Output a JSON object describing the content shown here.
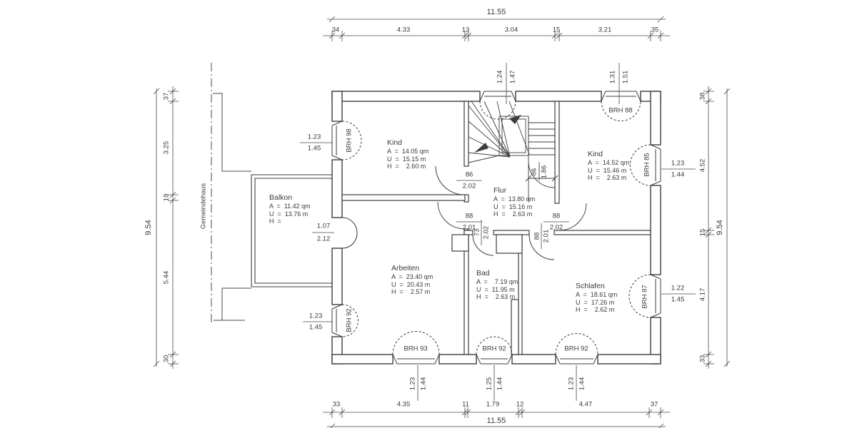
{
  "rooms": {
    "kind_left": {
      "name": "Kind",
      "lines": [
        "A  =  14.05 qm",
        "U  =  15.15 m",
        "H  =    2.60 m"
      ]
    },
    "kind_right": {
      "name": "Kind",
      "lines": [
        "A  =  14.52 qm",
        "U  =  15.46 m",
        "H  =    2.63 m"
      ]
    },
    "flur": {
      "name": "Flur",
      "lines": [
        "A  =  13.80 qm",
        "U  =  15.16 m",
        "H  =    2.63 m"
      ]
    },
    "balkon": {
      "name": "Balkon",
      "lines": [
        "A  =  11.42 qm",
        "U  =  13.76 m",
        "H  ="
      ]
    },
    "arbeiten": {
      "name": "Arbeiten",
      "lines": [
        "A  =  23.40 qm",
        "U  =  20.43 m",
        "H  =    2.57 m"
      ]
    },
    "bad": {
      "name": "Bad",
      "lines": [
        "A  =    7.19 qm",
        "U  =  11.95 m",
        "H  =    2.63 m"
      ]
    },
    "schlafen": {
      "name": "Schlafen",
      "lines": [
        "A  =  18.61 qm",
        "U  =  17.26 m",
        "H  =    2.62 m"
      ]
    }
  },
  "dims": {
    "top": {
      "total": "11.55",
      "segs": [
        "34",
        "4.33",
        "13",
        "3.04",
        "15",
        "3.21",
        "35"
      ]
    },
    "bottom": {
      "total": "11.55",
      "segs": [
        "33",
        "4.35",
        "11",
        "1.79",
        "12",
        "4.47",
        "37"
      ]
    },
    "left": {
      "total": "9.54",
      "segs": [
        "37",
        "3.25",
        "19",
        "5.44",
        "30"
      ]
    },
    "right": {
      "total": "9.54",
      "segs": [
        "38",
        "4.52",
        "15",
        "4.17",
        "33"
      ]
    }
  },
  "windows": {
    "west_upper": {
      "label": "BRH 98",
      "w": "1.23",
      "h": "1.45"
    },
    "west_lower": {
      "label": "BRH 92",
      "w": "1.23",
      "h": "1.45"
    },
    "north_stair": {
      "w": "1.24",
      "h": "1.47"
    },
    "north_right": {
      "label": "BRH 88",
      "w": "1.31",
      "h": "1.51"
    },
    "east_upper": {
      "label": "BRH 85",
      "w": "1.23",
      "h": "1.44"
    },
    "east_lower": {
      "label": "BRH 87",
      "w": "1.22",
      "h": "1.45"
    },
    "south_left": {
      "label": "BRH 93",
      "w": "1.23",
      "h": "1.44"
    },
    "south_mid": {
      "label": "BRH 92",
      "w": "1.25",
      "h": "1.44"
    },
    "south_right": {
      "label": "BRH 92",
      "w": "1.23",
      "h": "1.44"
    }
  },
  "doors": {
    "kind_left": {
      "w": "86",
      "h": "2.02"
    },
    "arbeiten": {
      "w": "88",
      "h": "2.01"
    },
    "kind_right": {
      "w": "88",
      "h": "2.02"
    },
    "bad": {
      "w": "73",
      "h": "2.02"
    },
    "schlafen": {
      "w": "88",
      "h": "2.01"
    },
    "balkon": {
      "w": "1.07",
      "h": "2.12"
    },
    "stair": {
      "w": "86",
      "h": "1.86"
    }
  },
  "context": {
    "neighbor": "Gemeindehaus"
  }
}
